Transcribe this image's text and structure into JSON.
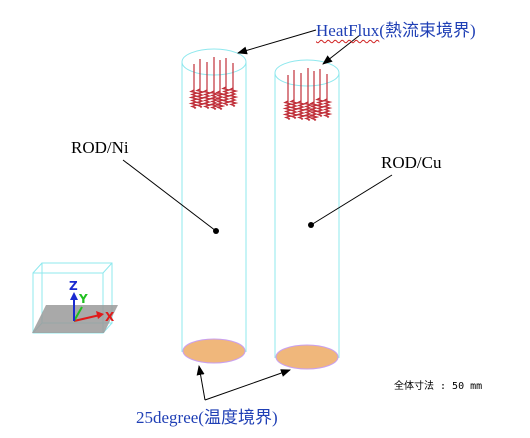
{
  "labels": {
    "heatflux_en": "HeatFlux",
    "heatflux_jp": "(熱流束境界)",
    "rod_ni": "ROD/Ni",
    "rod_cu": "ROD/Cu",
    "temp": "25degree(温度境界)",
    "dimension": "全体寸法 : 50 mm"
  },
  "axes": {
    "x": "X",
    "y": "Y",
    "z": "Z"
  },
  "colors": {
    "rod_outline": "#8fe8ee",
    "flux_arrow": "#c0303a",
    "bottom_disk": "#f0b77b",
    "label_blue": "#1f3fb5",
    "axis_x": "#e01a1a",
    "axis_y": "#20c020",
    "axis_z": "#1a2ad0"
  }
}
